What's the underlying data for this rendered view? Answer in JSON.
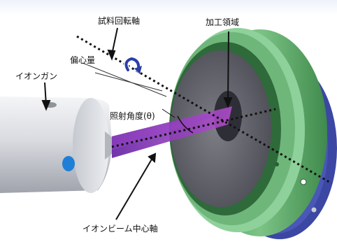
{
  "labels": {
    "sample_rotation_axis": "試料回転軸",
    "processing_area": "加工領域",
    "eccentricity": "偏心量",
    "ion_gun": "イオンガン",
    "irradiation_angle": "照射角度(θ)",
    "ion_beam_center_axis": "イオンビーム中心軸"
  },
  "colors": {
    "beam": "#7a2fb0",
    "stage_green": "#5fae6b",
    "stage_base": "#3d4aa8",
    "gun_body": "#d8dade",
    "rotation_arrow": "#2a3ea8",
    "axis_line": "#111111"
  }
}
